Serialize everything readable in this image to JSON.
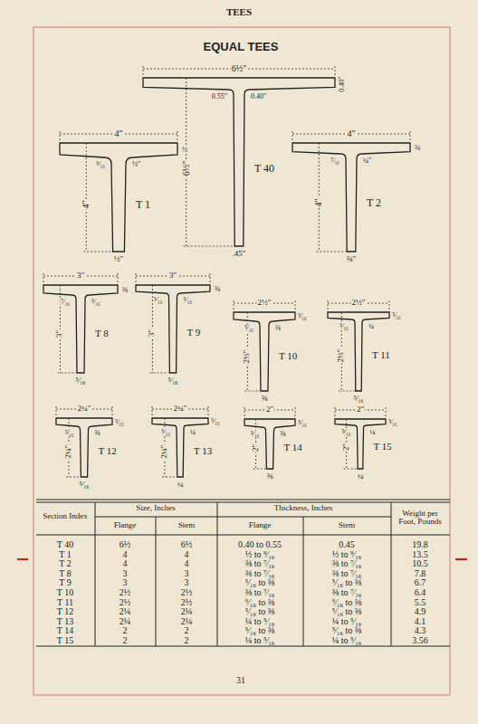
{
  "diagram": {
    "title": "EQUAL TEES",
    "labels": [
      "TEES",
      "T 40",
      "6½\"",
      "0.55\"",
      "0.40\"",
      "0.40\"",
      "6½\"",
      ".45\"",
      "T 1",
      "4\"",
      "⁹⁄₁₆",
      "½\"",
      "½",
      "4\"",
      "½\"",
      "T 2",
      "4\"",
      "⁷⁄₁₆",
      "¼\"",
      "⅜",
      "4\"",
      "⅜\"",
      "T 8",
      "3\"",
      "⁷⁄₁₆",
      "⁵⁄₁₆",
      "⅜",
      "3\"",
      "⁵⁄₁₆",
      "T 9",
      "3\"",
      "⁵⁄₁₆",
      "⁵⁄₁₆",
      "⅜",
      "3\"",
      "⁵⁄₁₆",
      "T 10",
      "2½\"",
      "⁵⁄₁₆",
      "⅜",
      "⁵⁄₁₆",
      "2½\"",
      "⅜",
      "T 11",
      "2½\"",
      "⁵⁄₁₆",
      "¼",
      "⁵⁄₁₆",
      "2½\"",
      "⁵⁄₁₆",
      "T 12",
      "2¼\"",
      "⁵⁄₁₆",
      "⅜",
      "⁵⁄₁₆",
      "2¼\"",
      "⁵⁄₁₆",
      "T 13",
      "2¼\"",
      "⁵⁄₁₆",
      "¼",
      "⁵⁄₁₆",
      "2¼\"",
      "¼",
      "T 14",
      "2\"",
      "⁵⁄₁₆",
      "⅜",
      "⁵⁄₁₆",
      "2\"",
      "⅜",
      "T 15",
      "2\"",
      "⁵⁄₁₆",
      "¼",
      "⁵⁄₁₆",
      "2\"",
      "¼",
      "Section Index",
      "Size, Inches",
      "Flange",
      "Stem",
      "Thickness, Inches",
      "Flange",
      "Stem",
      "Weight per Foot, Pounds",
      "T 40",
      "6½",
      "6½",
      "0.40 to 0.55",
      "0.45",
      "19.8",
      "T 1",
      "4",
      "4",
      "½ to ⁹⁄₁₆",
      "½ to ⁹⁄₁₆",
      "13.5",
      "T 2",
      "4",
      "4",
      "⅜ to ⁷⁄₁₆",
      "⅜ to ⁷⁄₁₆",
      "10.5",
      "T 8",
      "3",
      "3",
      "⅜ to ⁷⁄₁₆",
      "⅜ to ⁷⁄₁₆",
      "7.8",
      "T 9",
      "3",
      "3",
      "⁵⁄₁₆ to ⅜",
      "⁵⁄₁₆ to ⅜",
      "6.7",
      "T 10",
      "2½",
      "2½",
      "⅜ to ⁷⁄₁₆",
      "⅜ to ⁷⁄₁₆",
      "6.4",
      "T 11",
      "2½",
      "2½",
      "⁵⁄₁₆ to ⅜",
      "⁵⁄₁₆ to ⅜",
      "5.5",
      "T 12",
      "2¼",
      "2¼",
      "⁵⁄₁₆ to ⅜",
      "⁵⁄₁₆ to ⅜",
      "4.9",
      "T 13",
      "2¼",
      "2¼",
      "¼ to ⁵⁄₁₆",
      "¼ to ⁵⁄₁₆",
      "4.1",
      "T 14",
      "2",
      "2",
      "⁵⁄₁₆ to ⅜",
      "⁵⁄₁₆ to ⅜",
      "4.3",
      "T 15",
      "2",
      "2",
      "¼ to ⁵⁄₁₆",
      "¼ to ⁵⁄₁₆",
      "3.56",
      "31"
    ]
  }
}
